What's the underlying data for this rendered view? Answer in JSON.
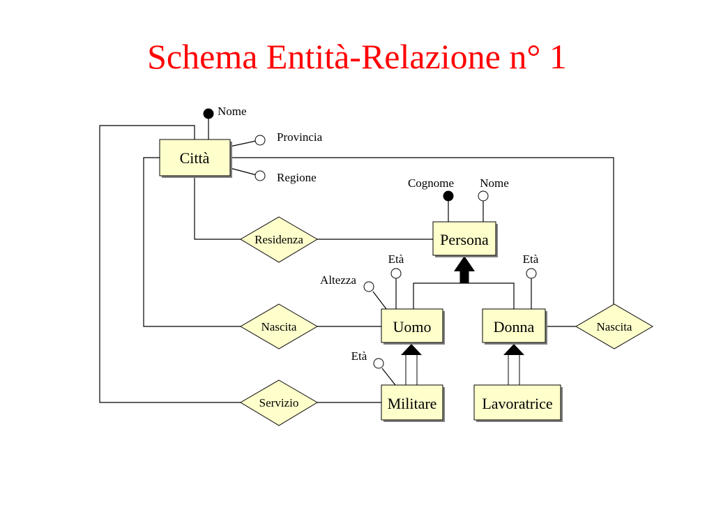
{
  "title": "Schema Entità-Relazione n° 1",
  "entities": {
    "citta": "Città",
    "persona": "Persona",
    "uomo": "Uomo",
    "donna": "Donna",
    "militare": "Militare",
    "lavoratrice": "Lavoratrice"
  },
  "relationships": {
    "residenza": "Residenza",
    "nascita_uomo": "Nascita",
    "nascita_donna": "Nascita",
    "servizio": "Servizio"
  },
  "attributes": {
    "citta_nome": "Nome",
    "citta_provincia": "Provincia",
    "citta_regione": "Regione",
    "persona_cognome": "Cognome",
    "persona_nome": "Nome",
    "uomo_eta": "Età",
    "uomo_altezza": "Altezza",
    "donna_eta": "Età",
    "militare_eta": "Età"
  },
  "colors": {
    "title": "#ff0000",
    "entity_fill": "#ffffcc",
    "relationship_fill": "#ffffcc"
  }
}
